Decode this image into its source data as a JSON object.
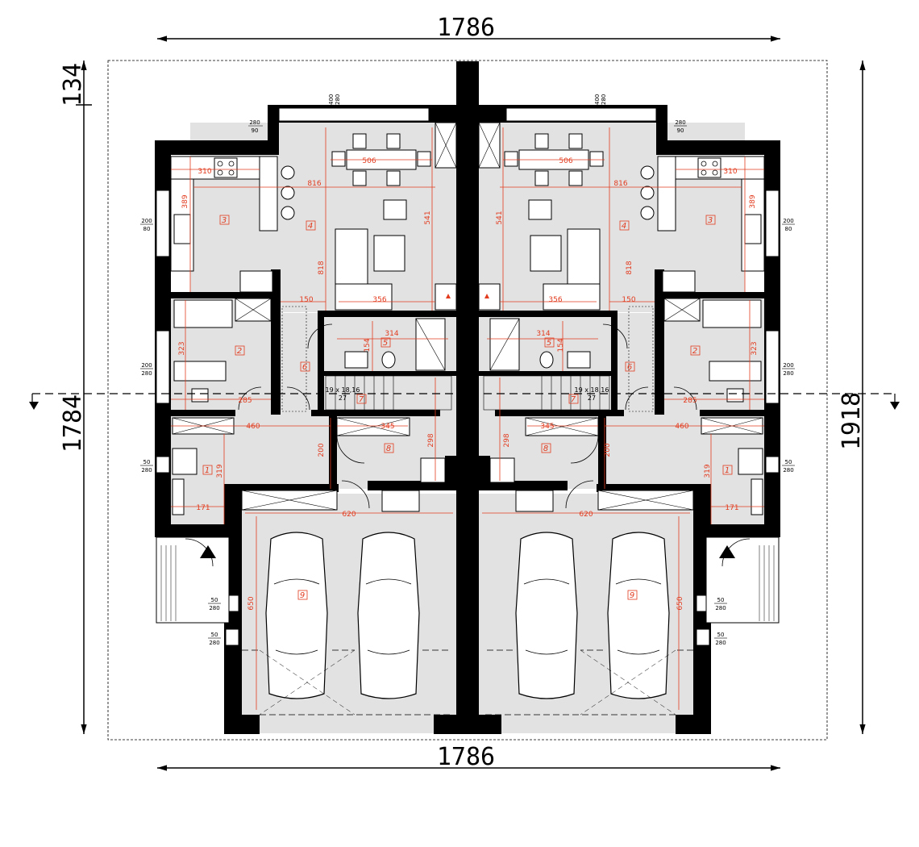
{
  "dimensions": {
    "top_width": "1786",
    "bottom_width": "1786",
    "left_height": "1784",
    "left_top": "134",
    "right_height": "1918"
  },
  "rooms": {
    "r1": "1",
    "r2": "2",
    "r3": "3",
    "r4": "4",
    "r5": "5",
    "r6": "6",
    "r7": "7",
    "r8": "8",
    "r9": "9"
  },
  "room_dims": {
    "kitchen_w": "310",
    "kitchen_h": "389",
    "living_w": "816",
    "living_h": "818",
    "dining_w": "506",
    "living_depth": "541",
    "sofa_w": "356",
    "hall_w": "150",
    "bath_w": "314",
    "bath_h": "154",
    "room2_h": "323",
    "room2_w": "285",
    "room1_w": "460",
    "room1_h": "319",
    "entry_w": "171",
    "boiler_w": "345",
    "boiler_h": "200",
    "corridor_h": "298",
    "garage_w": "620",
    "garage_h": "650"
  },
  "stairs": {
    "spec": "19 x 18,16",
    "steps": "27"
  },
  "windows": {
    "w_top_a": "400",
    "w_top_b": "280",
    "w_corner_a": "280",
    "w_corner_b": "90",
    "w_kitchen_a": "200",
    "w_kitchen_b": "80",
    "w_room2_a": "200",
    "w_room2_b": "280",
    "w_room1_a": "50",
    "w_room1_b": "280",
    "w_garage_a": "50",
    "w_garage_b": "280"
  },
  "colors": {
    "wall": "#000000",
    "floor": "#e2e2e2",
    "dimension": "#e23b1e"
  }
}
